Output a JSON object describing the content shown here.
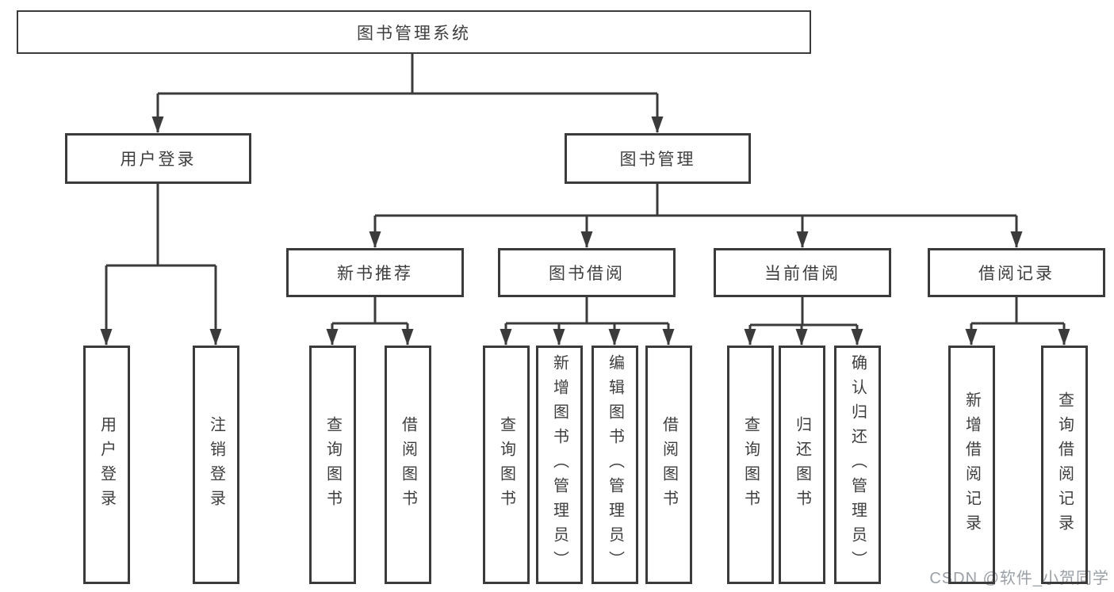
{
  "root": {
    "label": "图书管理系统"
  },
  "level2": [
    {
      "label": "用户登录"
    },
    {
      "label": "图书管理"
    }
  ],
  "level3": [
    {
      "label": "新书推荐"
    },
    {
      "label": "图书借阅"
    },
    {
      "label": "当前借阅"
    },
    {
      "label": "借阅记录"
    }
  ],
  "leaves": {
    "login": [
      {
        "label": "用户登录"
      },
      {
        "label": "注销登录"
      }
    ],
    "recommend": [
      {
        "label": "查询图书"
      },
      {
        "label": "借阅图书"
      }
    ],
    "borrow": [
      {
        "label": "查询图书"
      },
      {
        "label": "新增图书（管理员）"
      },
      {
        "label": "编辑图书（管理员）"
      },
      {
        "label": "借阅图书"
      }
    ],
    "current": [
      {
        "label": "查询图书"
      },
      {
        "label": "归还图书"
      },
      {
        "label": "确认归还（管理员）"
      }
    ],
    "records": [
      {
        "label": "新增借阅记录"
      },
      {
        "label": "查询借阅记录"
      }
    ]
  },
  "watermark": {
    "text": "CSDN @软件_小贺同学",
    "color": "#9aa0a6"
  },
  "colors": {
    "line": "#3b3b3b",
    "text": "#3e3e3e",
    "background": "#ffffff"
  }
}
